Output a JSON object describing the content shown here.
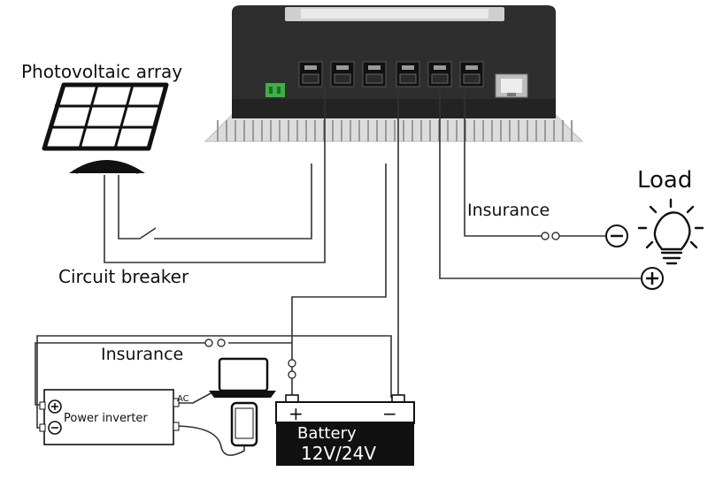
{
  "labels": {
    "photovoltaic_array": "Photovoltaic array",
    "circuit_breaker": "Circuit breaker",
    "load": "Load",
    "insurance_load": "Insurance",
    "insurance_battery": "Insurance",
    "power_inverter": "Power inverter",
    "ac": "AC",
    "battery_name": "Battery",
    "battery_voltage": "12V/24V",
    "battery_plus": "+",
    "battery_minus": "−"
  },
  "colors": {
    "controller_body": "#2b2b2b",
    "heatsink": "#d9d9d9",
    "wire": "#333333",
    "battery_body": "#111111",
    "rj45_jack": "#bdbdbd",
    "green_terminal": "#3fae49"
  },
  "icons": [
    "solar-panel-icon",
    "light-bulb-icon",
    "laptop-icon",
    "smartphone-icon",
    "fuse-icon",
    "plus-terminal-icon",
    "minus-terminal-icon"
  ]
}
